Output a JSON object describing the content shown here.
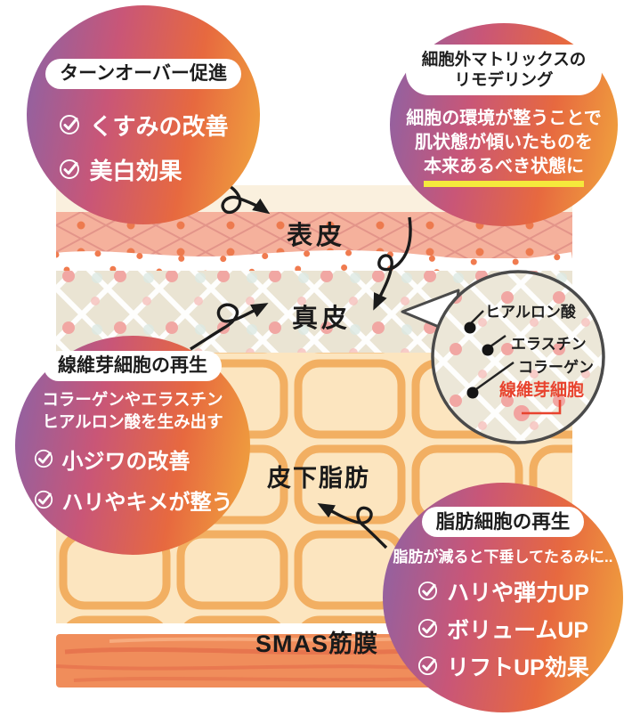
{
  "bubbles": {
    "turnover": {
      "title": "ターンオーバー促進",
      "items": [
        "くすみの改善",
        "美白効果"
      ]
    },
    "matrix": {
      "title_line1": "細胞外マトリックスの",
      "title_line2": "リモデリング",
      "body_line1": "細胞の環境が整うことで",
      "body_line2": "肌状態が傾いたものを",
      "body_line3": "本来あるべき状態に"
    },
    "fibroblast": {
      "title": "線維芽細胞の再生",
      "body_line1": "コラーゲンやエラスチン",
      "body_line2": "ヒアルロン酸を生み出す",
      "items": [
        "小ジワの改善",
        "ハリやキメが整う"
      ]
    },
    "fat": {
      "title": "脂肪細胞の再生",
      "body": "脂肪が減ると下垂してたるみに..",
      "items": [
        "ハリや弾力UP",
        "ボリュームUP",
        "リフトUP効果"
      ]
    }
  },
  "skin_layers": {
    "epidermis": "表皮",
    "dermis": "真皮",
    "subcutaneous_fat": "皮下脂肪",
    "smas": "SMAS筋膜"
  },
  "magnifier": {
    "labels": [
      "ヒアルロン酸",
      "エラスチン",
      "コラーゲン"
    ],
    "highlight": "線維芽細胞"
  },
  "colors": {
    "bubble_purple": "#8E62A4",
    "bubble_pink": "#C95677",
    "bubble_orange": "#E7693F",
    "bubble_yellow": "#F0A43E",
    "underline_yellow": "#F5E93C",
    "highlight_red": "#E8432E",
    "epidermis_pink": "#F5B19C",
    "dermis_beige": "#EAE4D3",
    "fat_cream": "#FCE5BF",
    "fat_strand": "#F2AF62",
    "smas_orange": "#F08D5B",
    "arrow_black": "#1B1B1B"
  }
}
